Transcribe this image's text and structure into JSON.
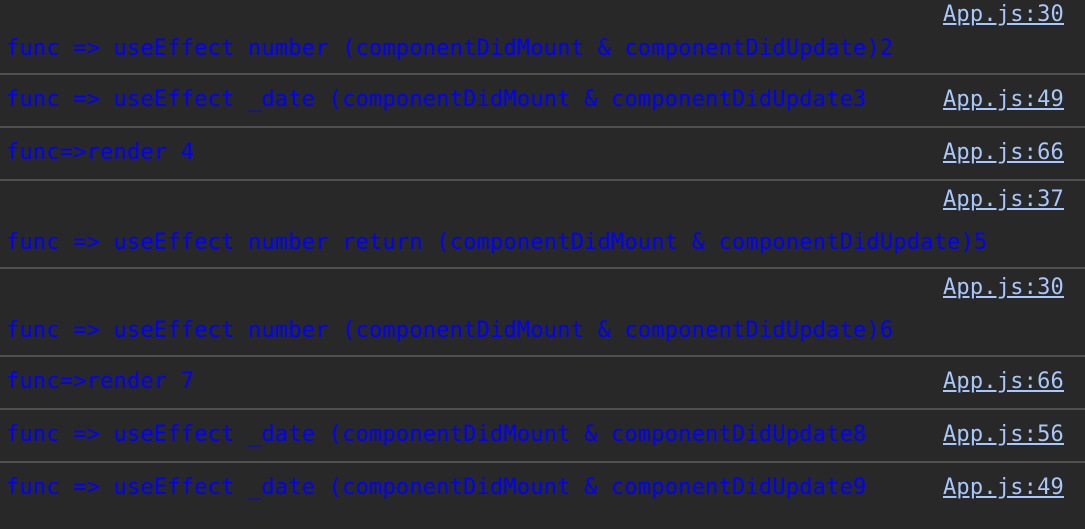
{
  "console": {
    "entries": [
      {
        "message": "func => useEffect number (componentDidMount & componentDidUpdate)2",
        "source": "App.js:30",
        "layout": "double"
      },
      {
        "message": "func => useEffect _date (componentDidMount & componentDidUpdate3",
        "source": "App.js:49",
        "layout": "single"
      },
      {
        "message": "func=>render 4",
        "source": "App.js:66",
        "layout": "single"
      },
      {
        "message": "func => useEffect number return (componentDidMount & componentDidUpdate)5",
        "source": "App.js:37",
        "layout": "double"
      },
      {
        "message": "func => useEffect number (componentDidMount & componentDidUpdate)6",
        "source": "App.js:30",
        "layout": "double"
      },
      {
        "message": "func=>render 7",
        "source": "App.js:66",
        "layout": "single"
      },
      {
        "message": "func => useEffect _date (componentDidMount & componentDidUpdate8",
        "source": "App.js:56",
        "layout": "single"
      },
      {
        "message": "func => useEffect _date (componentDidMount & componentDidUpdate9",
        "source": "App.js:49",
        "layout": "single"
      }
    ]
  },
  "colors": {
    "background": "#282828",
    "message_text": "#0000ff",
    "link_text": "#a8c7fa",
    "divider": "#505050"
  }
}
